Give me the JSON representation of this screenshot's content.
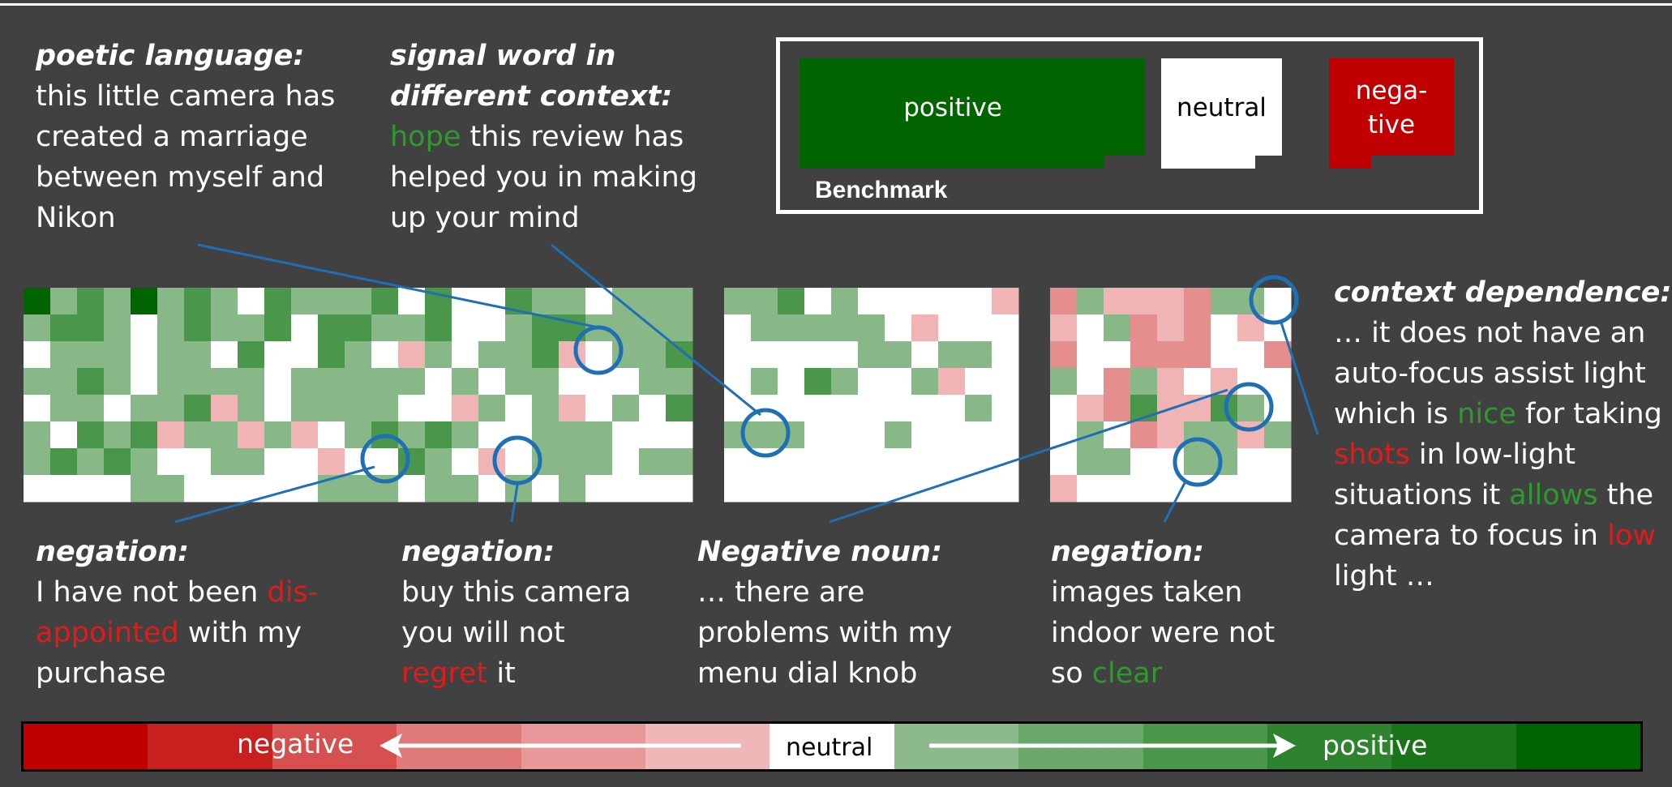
{
  "benchmark": {
    "title": "Benchmark",
    "positive": "positive",
    "neutral": "neutral",
    "negative_line1": "nega-",
    "negative_line2": "tive"
  },
  "annotations": {
    "poetic": {
      "heading": "poetic language:",
      "lines": [
        "this little camera has",
        "created a marriage",
        "between myself and",
        "Nikon"
      ]
    },
    "signal": {
      "heading_line1": "signal word in",
      "heading_line2": "different context:",
      "highlight": "hope",
      "line1_rest": " this review has",
      "lines": [
        "helped you in making",
        "up your mind"
      ]
    },
    "context": {
      "heading": "context dependence:",
      "line1": "… it does not have an",
      "line2": "auto-focus assist light",
      "line3_a": "which is ",
      "line3_pos": "nice",
      "line3_b": " for taking",
      "line4_neg": "shots",
      "line4_b": " in low-light",
      "line5_a": "situations it ",
      "line5_pos": "allows",
      "line5_b": " the",
      "line6_a": "camera to focus in ",
      "line6_neg": "low",
      "line7": "light …"
    },
    "negation1": {
      "heading": "negation:",
      "line1_a": "I have not been ",
      "line1_neg": "dis-",
      "line2_neg": "appointed",
      "line2_b": " with my",
      "line3": "purchase"
    },
    "negation2": {
      "heading": "negation:",
      "line1": "buy this camera",
      "line2": "you will not",
      "line3_neg": "regret",
      "line3_b": " it"
    },
    "negnoun": {
      "heading": "Negative noun:",
      "lines": [
        "… there are",
        "problems with my",
        "menu dial knob"
      ]
    },
    "negation3": {
      "heading": "negation:",
      "line1": "images taken",
      "line2": "indoor were not",
      "line3_a": "so ",
      "line3_pos": "clear"
    }
  },
  "scale": {
    "negative": "negative",
    "neutral": "neutral",
    "positive": "positive",
    "colors": [
      "#c00000",
      "#c8201e",
      "#d5504f",
      "#e07a7a",
      "#e89898",
      "#efb7b7",
      "#ffffff",
      "#8cb98c",
      "#6aa86a",
      "#4a964a",
      "#2e842e",
      "#1a751a",
      "#006400"
    ]
  },
  "palette": {
    "P3": "#006400",
    "P2": "#2e842e",
    "P1": "#4a964a",
    "P0": "#88b888",
    "W": "#ffffff",
    "N0": "#f0b4b4",
    "N1": "#e48e8e",
    "N2": "#d46868"
  },
  "heatmaps": [
    {
      "name": "heatmap-review-1",
      "rows": [
        "P3 P0 P1 P0 P3 P0 P1 P0 W  P1 P0 P0 P0 P1 W  P1 W  W  P1 P0 P0 W  P0 P0 P0",
        "P0 P1 P1 P0 W  P0 P1 P0 P0 P1 W  P1 P1 P0 P0 P1 W  W  P0 P1 P1 P0 P0 P0 P0",
        "W  P0 P0 P0 W  P0 P0 W  P1 W  W  P1 P0 W  N0 P0 W  P0 P0 P1 N0 W  P0 P0 P1",
        "P0 P0 P1 P0 W  P0 P0 P0 P0 W  P0 P0 P0 P0 P0 W  P0 W  P0 P0 W  W  W  P0 P0",
        "W  P0 P0 W  P0 P0 P1 N0 P0 W  P0 P0 P0 P0 W  W  N0 P0 W  P0 N0 W  P0 W  P1",
        "P0 W  P1 P0 P1 N0 P0 P0 N0 P0 N0 W  P0 P1 P0 P1 P0 W  W  P0 P0 P0 W  W  W",
        "P0 P1 P0 P1 P0 W  W  P0 P0 W  W  N0 W  W  P1 P0 W  N0 W  P0 P0 P0 W  P0 P0",
        "W  W  W  W  P0 P0 W  W  W  W  W  P0 P0 P0 W  P0 P0 W  P0 W  P0 W  W  W  W"
      ]
    },
    {
      "name": "heatmap-review-2",
      "rows": [
        "P0 P0 P1 W  P0 W  W  W  W  W  N0",
        "W  P0 P0 P0 P0 P0 W  N0 W  W  W",
        "W  W  W  W  W  P0 P0 W  P0 P0 W",
        "W  P0 W  P1 P0 W  W  P0 N0 W  W",
        "W  W  W  W  W  W  W  W  W  P0 W",
        "P0 P0 P0 W  W  W  P0 W  W  W  W",
        "W  W  W  W  W  W  W  W  W  W  W",
        "W  W  W  W  W  W  W  W  W  W  W"
      ]
    },
    {
      "name": "heatmap-review-3",
      "rows": [
        "N1 P0 N0 N0 N0 N1 P0 P0 W",
        "N0 W  P0 N1 N0 N1 W  N0 W",
        "N1 W  W  N1 N1 N1 W  W  N1",
        "P0 W  N1 P0 N0 W  N0 W  W",
        "W  N0 N1 P1 N0 N0 P1 P0 W",
        "W  P0 W  N1 N0 P0 P0 N0 P0",
        "W  P0 P0 W  W  P0 P0 W  W",
        "N0 W  W  W  W  W  W  W  W"
      ]
    }
  ]
}
